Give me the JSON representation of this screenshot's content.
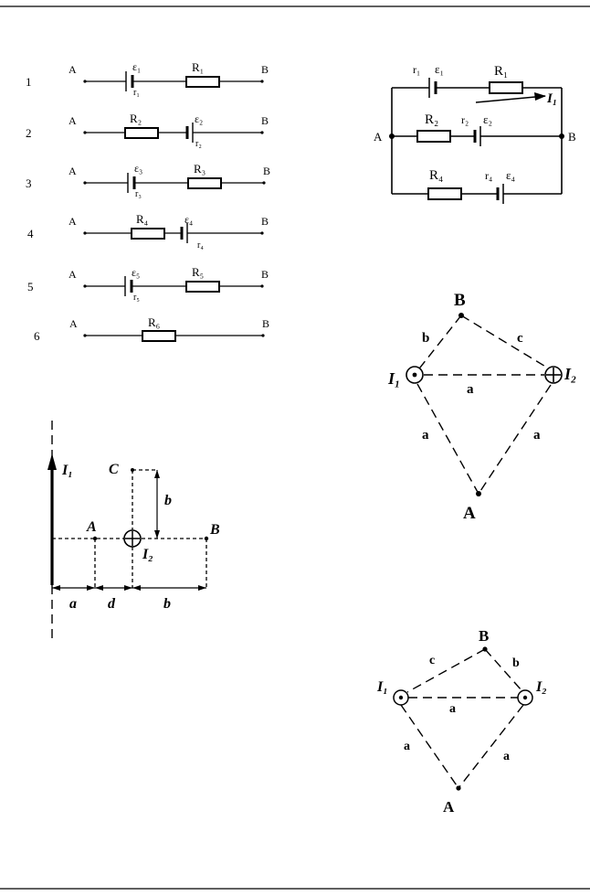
{
  "series_circuits": {
    "rows": [
      {
        "num": "1",
        "a": "A",
        "b": "B",
        "emf": "ε₁",
        "r": "r₁",
        "res": "R₁"
      },
      {
        "num": "2",
        "a": "A",
        "b": "B",
        "emf": "ε₂",
        "r": "r₂",
        "res": "R₂"
      },
      {
        "num": "3",
        "a": "A",
        "b": "B",
        "emf": "ε₃",
        "r": "r₃",
        "res": "R₃"
      },
      {
        "num": "4",
        "a": "A",
        "b": "B",
        "emf": "ε₄",
        "r": "r₄",
        "res": "R₄"
      },
      {
        "num": "5",
        "a": "A",
        "b": "B",
        "emf": "ε₅",
        "r": "r₅",
        "res": "R₅"
      },
      {
        "num": "6",
        "a": "A",
        "b": "B",
        "res": "R₆"
      }
    ]
  },
  "parallel_circuit": {
    "r1": "r₁",
    "e1": "ε₁",
    "R1": "R₁",
    "I1": "I₁",
    "R2": "R₂",
    "r2": "r₂",
    "e2": "ε₂",
    "R4": "R₄",
    "r4": "r₄",
    "e4": "ε₄",
    "node_a": "A",
    "node_b": "B"
  },
  "wire_diagram": {
    "I1": "I₁",
    "I2": "I₂",
    "C": "C",
    "A": "A",
    "B": "B",
    "dim_a": "a",
    "dim_d": "d",
    "dim_b": "b",
    "dim_b_vert": "b"
  },
  "triangle_1": {
    "B": "B",
    "A": "A",
    "I1": "I₁",
    "I2": "I₂",
    "side_b": "b",
    "side_c": "c",
    "side_a_top": "a",
    "side_a_left": "a",
    "side_a_right": "a"
  },
  "triangle_2": {
    "B": "B",
    "A": "A",
    "I1": "I₁",
    "I2": "I₂",
    "side_c": "c",
    "side_b": "b",
    "side_a_top": "a",
    "side_a_left": "a",
    "side_a_right": "a"
  }
}
